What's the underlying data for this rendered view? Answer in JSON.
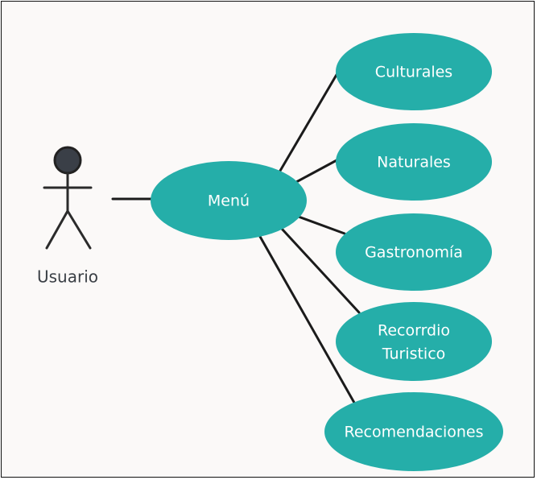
{
  "diagram": {
    "actor": {
      "label": "Usuario"
    },
    "central": {
      "label": "Menú"
    },
    "use_cases": [
      {
        "label": "Culturales"
      },
      {
        "label": "Naturales"
      },
      {
        "label": "Gastronomía"
      },
      {
        "label": "Recorrdio",
        "label2": "Turistico"
      },
      {
        "label": "Recomendaciones"
      }
    ],
    "colors": {
      "ellipse_fill": "#25aea9",
      "line": "#1b1b1b",
      "actor_head": "#3a3f47",
      "actor_body": "#2b2b2b",
      "background": "#fbf9f8"
    }
  }
}
